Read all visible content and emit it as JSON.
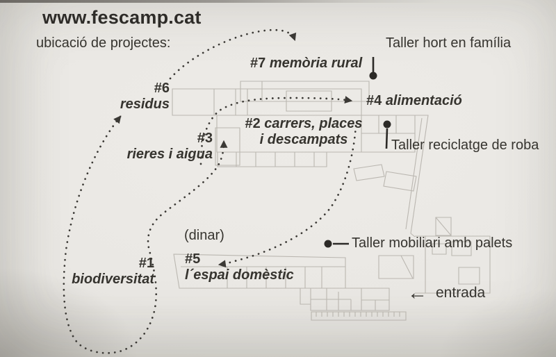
{
  "colors": {
    "background": "#eae8e4",
    "ink": "#36342f",
    "plan_lines": "#b4b0a9",
    "route_dots": "#3b3935"
  },
  "header": {
    "site_url": "www.fescamp.cat",
    "subtitle": "ubicació de projectes:"
  },
  "projects": {
    "p1": {
      "id": "#1",
      "name": "biodiversitat"
    },
    "p2": {
      "id": "#2",
      "name_line1": "carrers, places",
      "name_line2": "i descampats"
    },
    "p3": {
      "id": "#3",
      "name": "rieres i aigua"
    },
    "p4": {
      "id": "#4",
      "name": "alimentació"
    },
    "p5": {
      "id": "#5",
      "name": "l´espai domèstic"
    },
    "p6": {
      "id": "#6",
      "name": "residus"
    },
    "p7": {
      "id": "#7",
      "name": "memòria rural"
    }
  },
  "workshops": {
    "hort": "Taller hort en família",
    "reciclatge": "Taller reciclatge de roba",
    "mobiliari": "Taller mobiliari amb palets"
  },
  "annotations": {
    "dinar": "(dinar)",
    "entrada": "entrada",
    "entrada_arrow": "←"
  }
}
